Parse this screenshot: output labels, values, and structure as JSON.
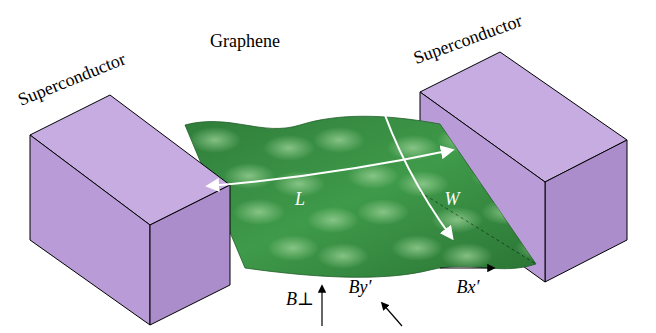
{
  "diagram": {
    "labels": [
      "Superconductor",
      "Graphene",
      "Superconductor",
      "L",
      "W",
      "B⊥",
      "By′",
      "Bx′"
    ]
  }
}
